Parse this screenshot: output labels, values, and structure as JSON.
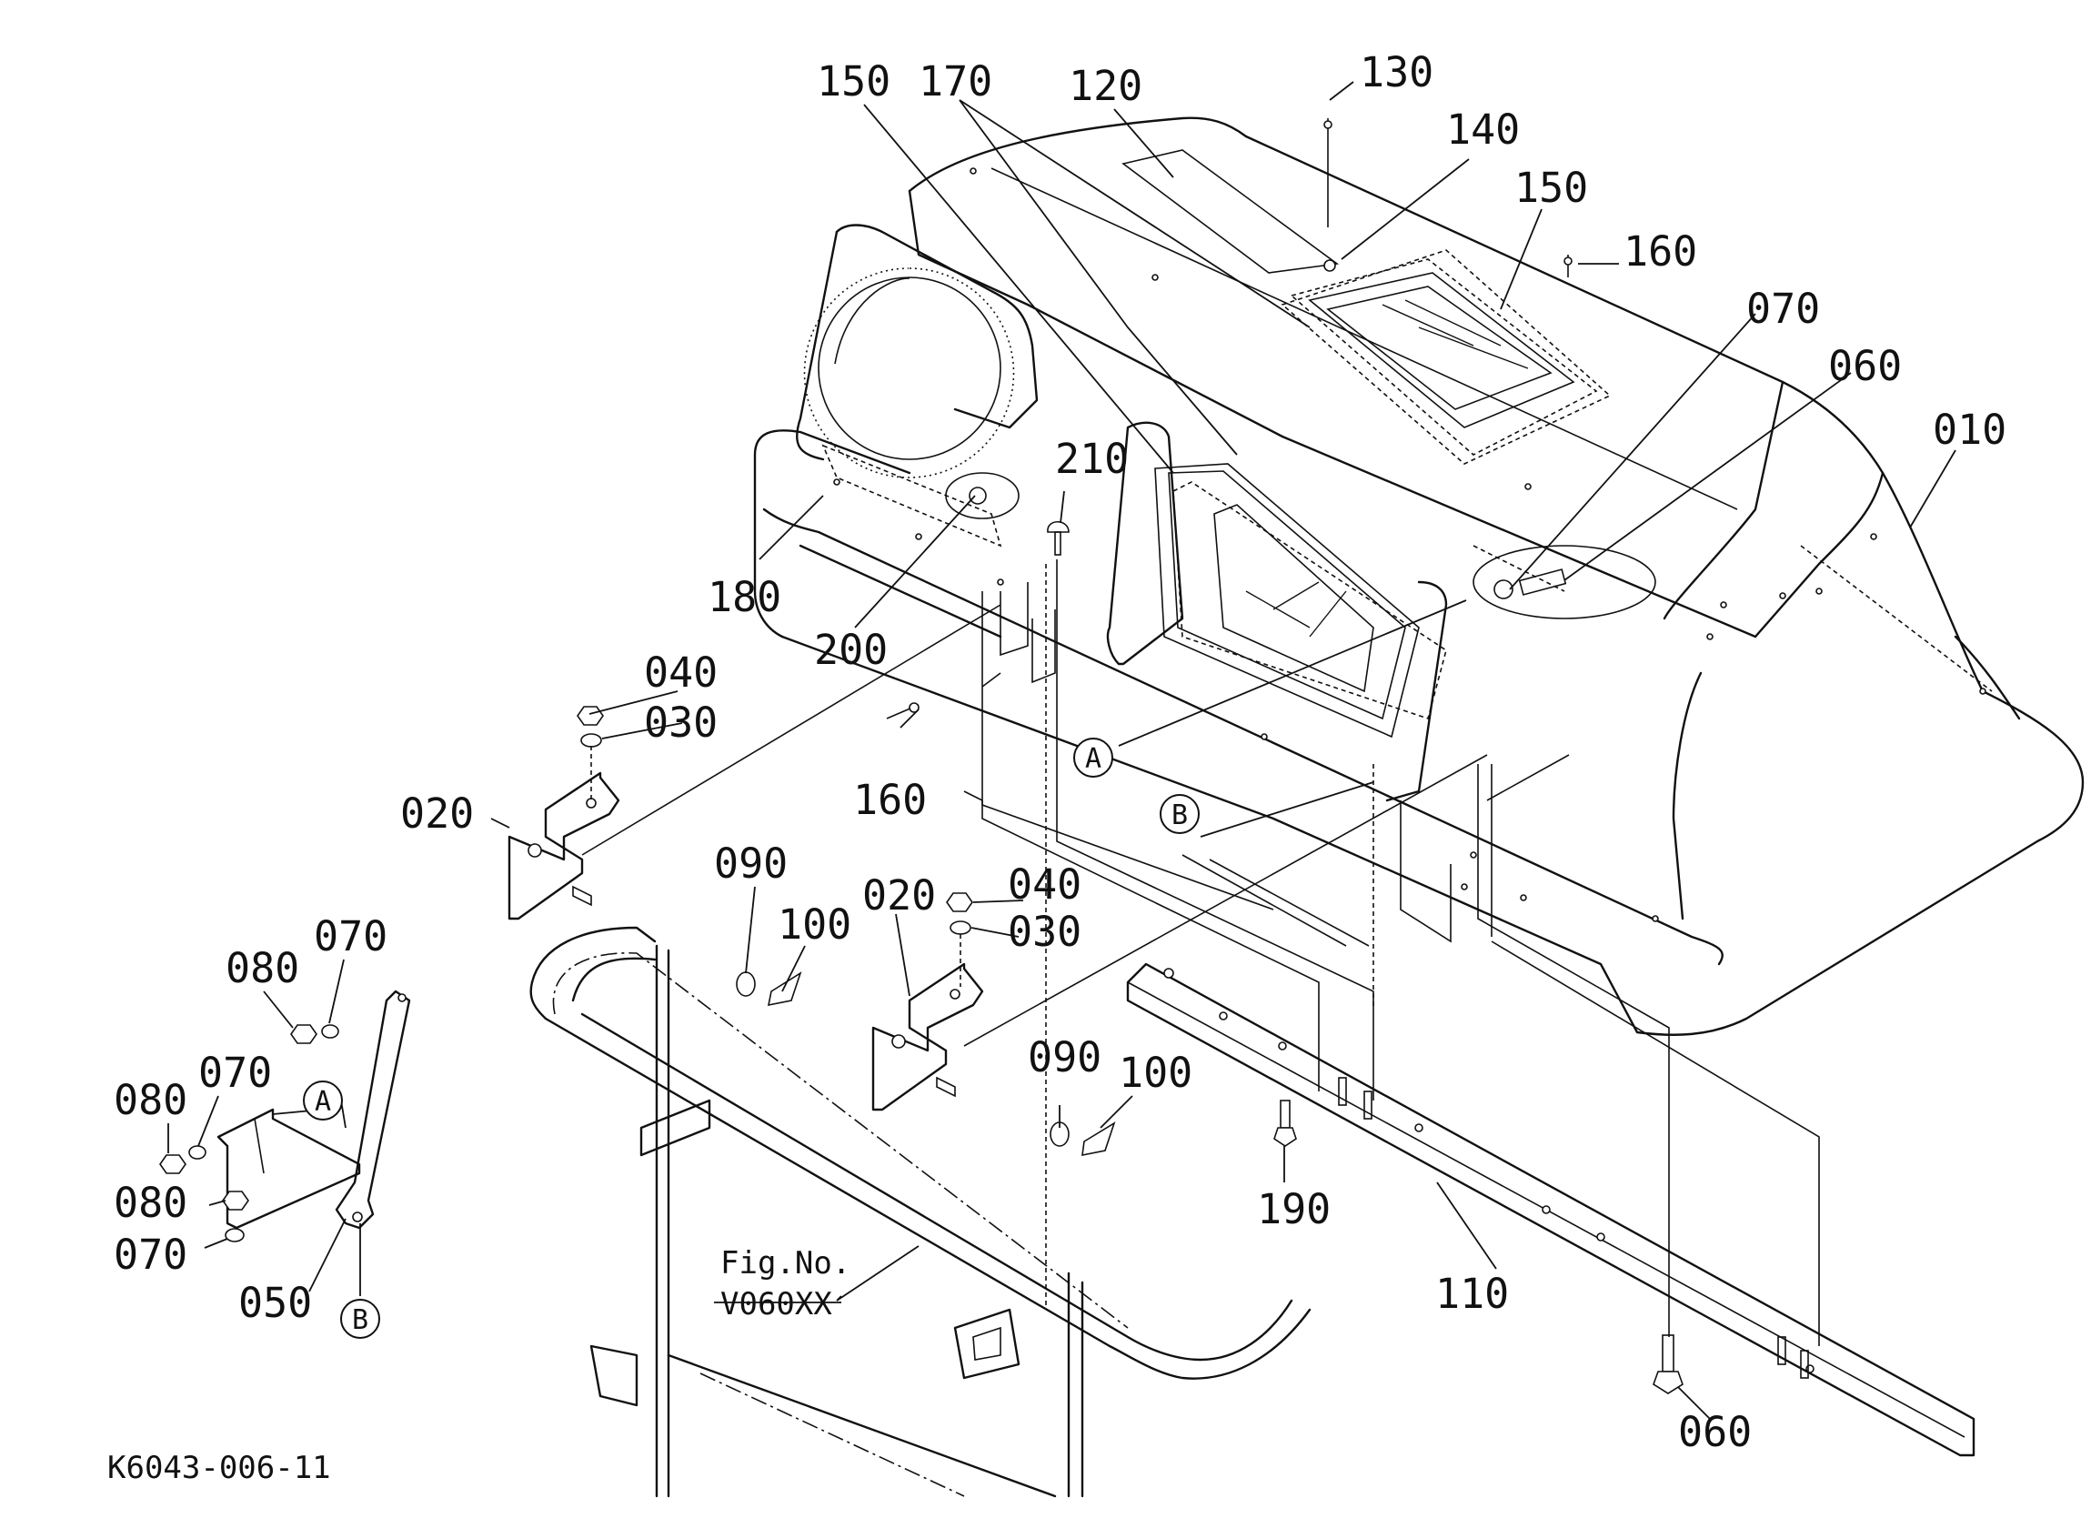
{
  "callouts": {
    "c150a": "150",
    "c170": "170",
    "c120": "120",
    "c130": "130",
    "c140": "140",
    "c150b": "150",
    "c160a": "160",
    "c070a": "070",
    "c060a": "060",
    "c010": "010",
    "c210": "210",
    "c180": "180",
    "c200": "200",
    "c040a": "040",
    "c030a": "030",
    "c020a": "020",
    "c160b": "160",
    "c090a": "090",
    "c100a": "100",
    "c020b": "020",
    "c040b": "040",
    "c030b": "030",
    "c080a": "080",
    "c070b": "070",
    "c080b": "080",
    "c070c": "070",
    "c080c": "080",
    "c070d": "070",
    "c050": "050",
    "c090b": "090",
    "c100b": "100",
    "c190": "190",
    "c110": "110",
    "c060b": "060"
  },
  "refs": {
    "A1": "A",
    "B1": "B",
    "A2": "A",
    "B2": "B"
  },
  "fig_ref": {
    "line1": "Fig.No.",
    "line2": "V060XX"
  },
  "drawing_code": "K6043-006-11"
}
